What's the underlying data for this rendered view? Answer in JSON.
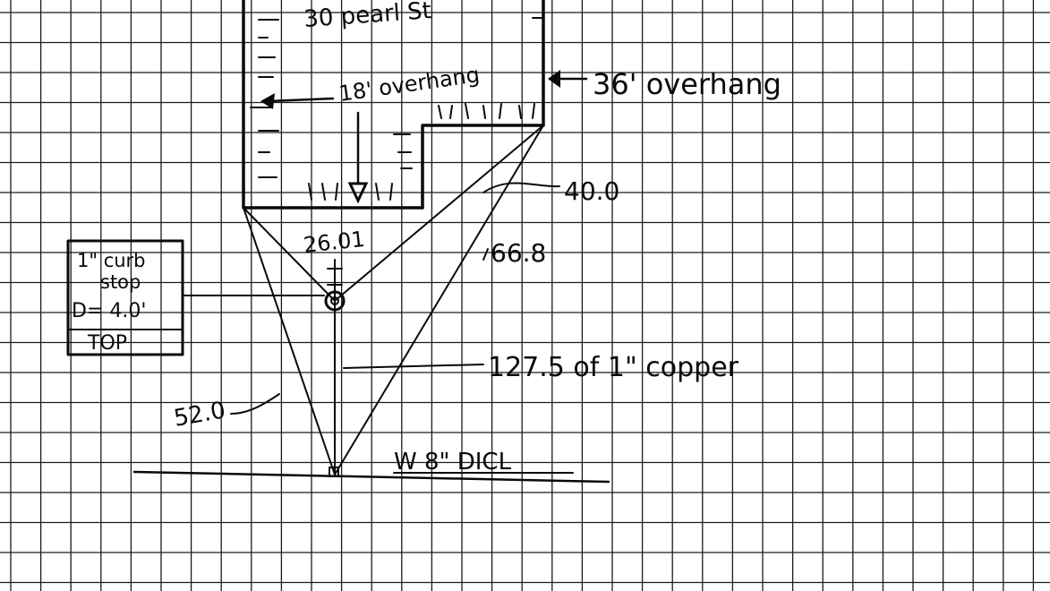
{
  "labels": {
    "address": "30 pearl St",
    "overhang_left": "18' overhang",
    "overhang_right": "36' overhang",
    "tie_40": "40.0",
    "tie_26": "26.01",
    "tie_66": "66.8",
    "curb_box_line1": "1\" curb",
    "curb_box_line2": "stop",
    "curb_box_line3": "D= 4.0'",
    "curb_box_line4": "TOP",
    "service_run": "127.5 of 1\" copper",
    "tie_52": "52.0",
    "main_label": "W 8\" DICL"
  },
  "colors": {
    "ink": "#0a0a0a",
    "paper": "#ffffff",
    "grid": "#1a1a1a"
  }
}
